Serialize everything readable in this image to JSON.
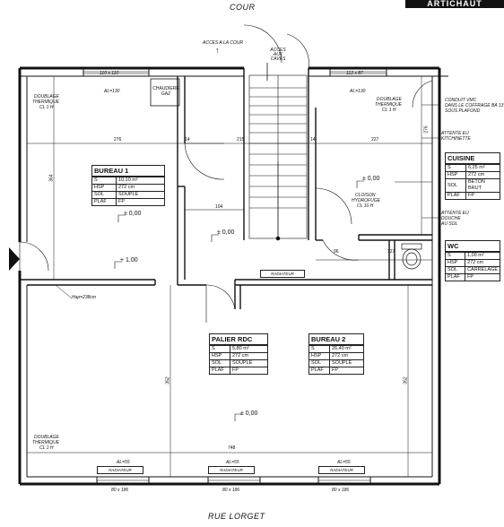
{
  "header": {
    "cour": "COUR",
    "brand": "ARTICHAUT",
    "street": "RUE LORGET"
  },
  "rooms": {
    "bureau1": {
      "name": "BUREAU 1",
      "rows": [
        [
          "S",
          "10,10 m²"
        ],
        [
          "HSP",
          "272 cm"
        ],
        [
          "SOL",
          "SOUPLE"
        ],
        [
          "PLAF",
          "FP"
        ]
      ]
    },
    "cuisine": {
      "name": "CUISINE",
      "rows": [
        [
          "S",
          "6,25 m²"
        ],
        [
          "HSP",
          "272 cm"
        ],
        [
          "SOL",
          "BETON BRUT"
        ],
        [
          "PLAF",
          "FP"
        ]
      ]
    },
    "wc": {
      "name": "WC",
      "rows": [
        [
          "S",
          "1,00 m²"
        ],
        [
          "HSP",
          "272 cm"
        ],
        [
          "SOL",
          "CARRELAGE"
        ],
        [
          "PLAF",
          "FP"
        ]
      ]
    },
    "palier": {
      "name": "PALIER RDC",
      "rows": [
        [
          "S",
          "5,80 m²"
        ],
        [
          "HSP",
          "272 cm"
        ],
        [
          "SOL",
          "SOUPLE"
        ],
        [
          "PLAF",
          "FP"
        ]
      ]
    },
    "bureau2": {
      "name": "BUREAU 2",
      "rows": [
        [
          "S",
          "26,40 m²"
        ],
        [
          "HSP",
          "272 cm"
        ],
        [
          "SOL",
          "SOUPLE"
        ],
        [
          "PLAF",
          "FP"
        ]
      ]
    }
  },
  "labels": {
    "acces_cour": "ACCES A LA COUR",
    "acces_caves": "ACCES AUX CAVES",
    "chaudiere": "CHAUDIERE GAZ",
    "doublage_l1": "DOUBLAGE",
    "doublage_l2": "THERMIQUE",
    "doublage_l3": "CL 1 H",
    "conduit_l1": "CONDUIT VMC",
    "conduit_l2": "DANS LE COFFRAGE BA 13",
    "conduit_l3": "SOUS PLAFOND",
    "attente_kit_l1": "ATTENTE EU",
    "attente_kit_l2": "KITCHINETTE",
    "attente_douche_l1": "ATTENTE EU",
    "attente_douche_l2": "DOUCHE",
    "attente_douche_l3": "AU SOL",
    "cloison_l1": "CLOISON",
    "cloison_l2": "HYDROFUGE",
    "cloison_l3": "CL 10 H",
    "hap": "Hap=238cm",
    "radiateur": "RADIATEUR"
  },
  "windows": {
    "w1": "110 x 110",
    "w2": "112 x 87",
    "w3": "80 x 186",
    "al130": "AL=130",
    "al55": "AL=55"
  },
  "dims": {
    "d276": "276",
    "d14": "14",
    "d215": "215",
    "d227": "227",
    "d364": "364",
    "d104": "104",
    "d96": "96",
    "d127": "127",
    "d352": "352",
    "d748": "748"
  },
  "levels": {
    "l0": "± 0,00",
    "l1": "+ 1,00"
  }
}
